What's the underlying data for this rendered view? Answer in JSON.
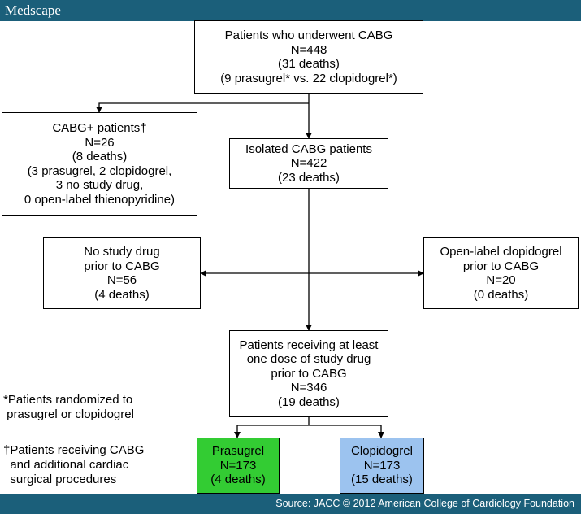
{
  "header": {
    "brand": "Medscape"
  },
  "footer": {
    "source": "Source: JACC © 2012 American College of Cardiology Foundation"
  },
  "flowchart": {
    "top": {
      "lines": [
        "Patients who underwent CABG",
        "N=448",
        "(31 deaths)",
        "(9 prasugrel* vs. 22 clopidogrel*)"
      ]
    },
    "cabg_plus": {
      "lines": [
        "CABG+ patients†",
        "N=26",
        "(8 deaths)",
        "(3 prasugrel, 2 clopidogrel,",
        "3 no study drug,",
        "0 open-label thienopyridine)"
      ]
    },
    "isolated": {
      "lines": [
        "Isolated CABG patients",
        "N=422",
        "(23 deaths)"
      ]
    },
    "no_drug": {
      "lines": [
        "No study drug",
        "prior to CABG",
        "N=56",
        "(4 deaths)"
      ]
    },
    "open_label": {
      "lines": [
        "Open-label clopidogrel",
        "prior to CABG",
        "N=20",
        "(0 deaths)"
      ]
    },
    "study_drug": {
      "lines": [
        "Patients receiving at least",
        "one dose of study drug",
        "prior to CABG",
        "N=346",
        "(19 deaths)"
      ]
    },
    "prasugrel": {
      "lines": [
        "Prasugrel",
        "N=173",
        "(4 deaths)"
      ],
      "color": "#33cc33"
    },
    "clopidogrel": {
      "lines": [
        "Clopidogrel",
        "N=173",
        "(15 deaths)"
      ],
      "color": "#9cc3ef"
    }
  },
  "footnotes": {
    "star": [
      "*Patients randomized to",
      " prasugrel or clopidogrel"
    ],
    "dagger": [
      "†Patients receiving CABG",
      "  and additional cardiac",
      "  surgical procedures"
    ]
  }
}
